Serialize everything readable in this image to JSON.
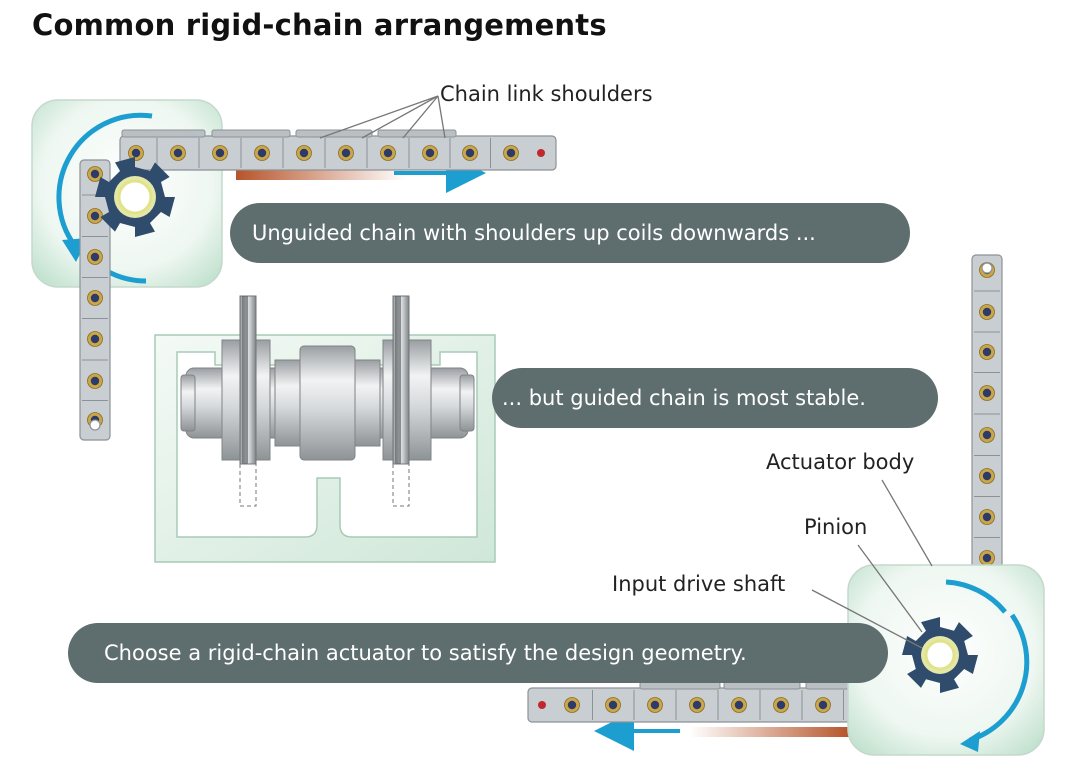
{
  "title": "Common rigid-chain arrangements",
  "captions": {
    "unguided": "Unguided chain with shoulders up coils downwards ...",
    "guided": "... but guided chain is most stable.",
    "choose": "Choose a rigid-chain actuator to satisfy the design geometry."
  },
  "labels": {
    "chain_link_shoulders": "Chain link shoulders",
    "actuator_body": "Actuator body",
    "pinion": "Pinion",
    "input_drive_shaft": "Input drive shaft"
  },
  "colors": {
    "caption_pill": "#5e6d6e",
    "chain_plate": "#c9ced2",
    "chain_outline": "#8c9296",
    "pin_ring": "#c9a64a",
    "pin_center": "#2e3a68",
    "end_pin": "#c0282d",
    "pinion": "#2f4c6c",
    "motion_arrow": "#1c9ed0",
    "housing_tint": "#dff0e6",
    "force_gradient": "#b6542a"
  }
}
